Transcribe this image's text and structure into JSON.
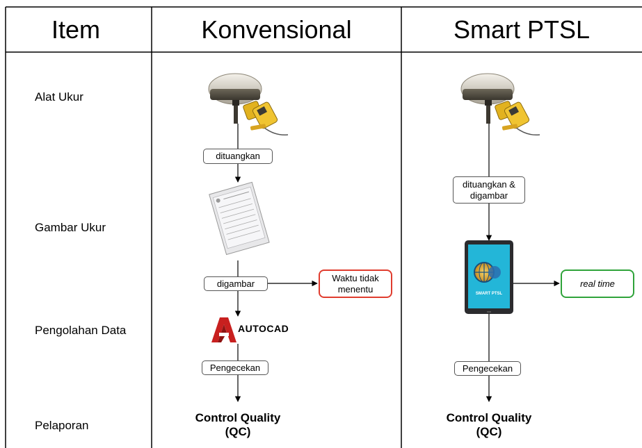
{
  "headers": {
    "item": "Item",
    "konvensional": "Konvensional",
    "smart": "Smart PTSL"
  },
  "rows": {
    "alat_ukur": "Alat Ukur",
    "gambar_ukur": "Gambar Ukur",
    "pengolahan_data": "Pengolahan Data",
    "pelaporan": "Pelaporan"
  },
  "konvensional": {
    "step1": "dituangkan",
    "step2": "digambar",
    "note": "Waktu tidak menentu",
    "software": "AUTOCAD",
    "step3": "Pengecekan",
    "result_line1": "Control Quality",
    "result_line2": "(QC)"
  },
  "smart": {
    "step1": "dituangkan & digambar",
    "note": "real time",
    "tablet_brand": "SMART PTSL",
    "step2": "Pengecekan",
    "result_line1": "Control Quality",
    "result_line2": "(QC)"
  },
  "icons": [
    "gnss-receiver-icon",
    "data-collector-icon",
    "paper-form-icon",
    "autocad-logo-icon",
    "tablet-icon",
    "arrow-icon"
  ],
  "colors": {
    "note_red": "#e03c2e",
    "note_green": "#2fa33a",
    "autocad_red": "#c8201f",
    "tablet_screen": "#23b6d8"
  }
}
